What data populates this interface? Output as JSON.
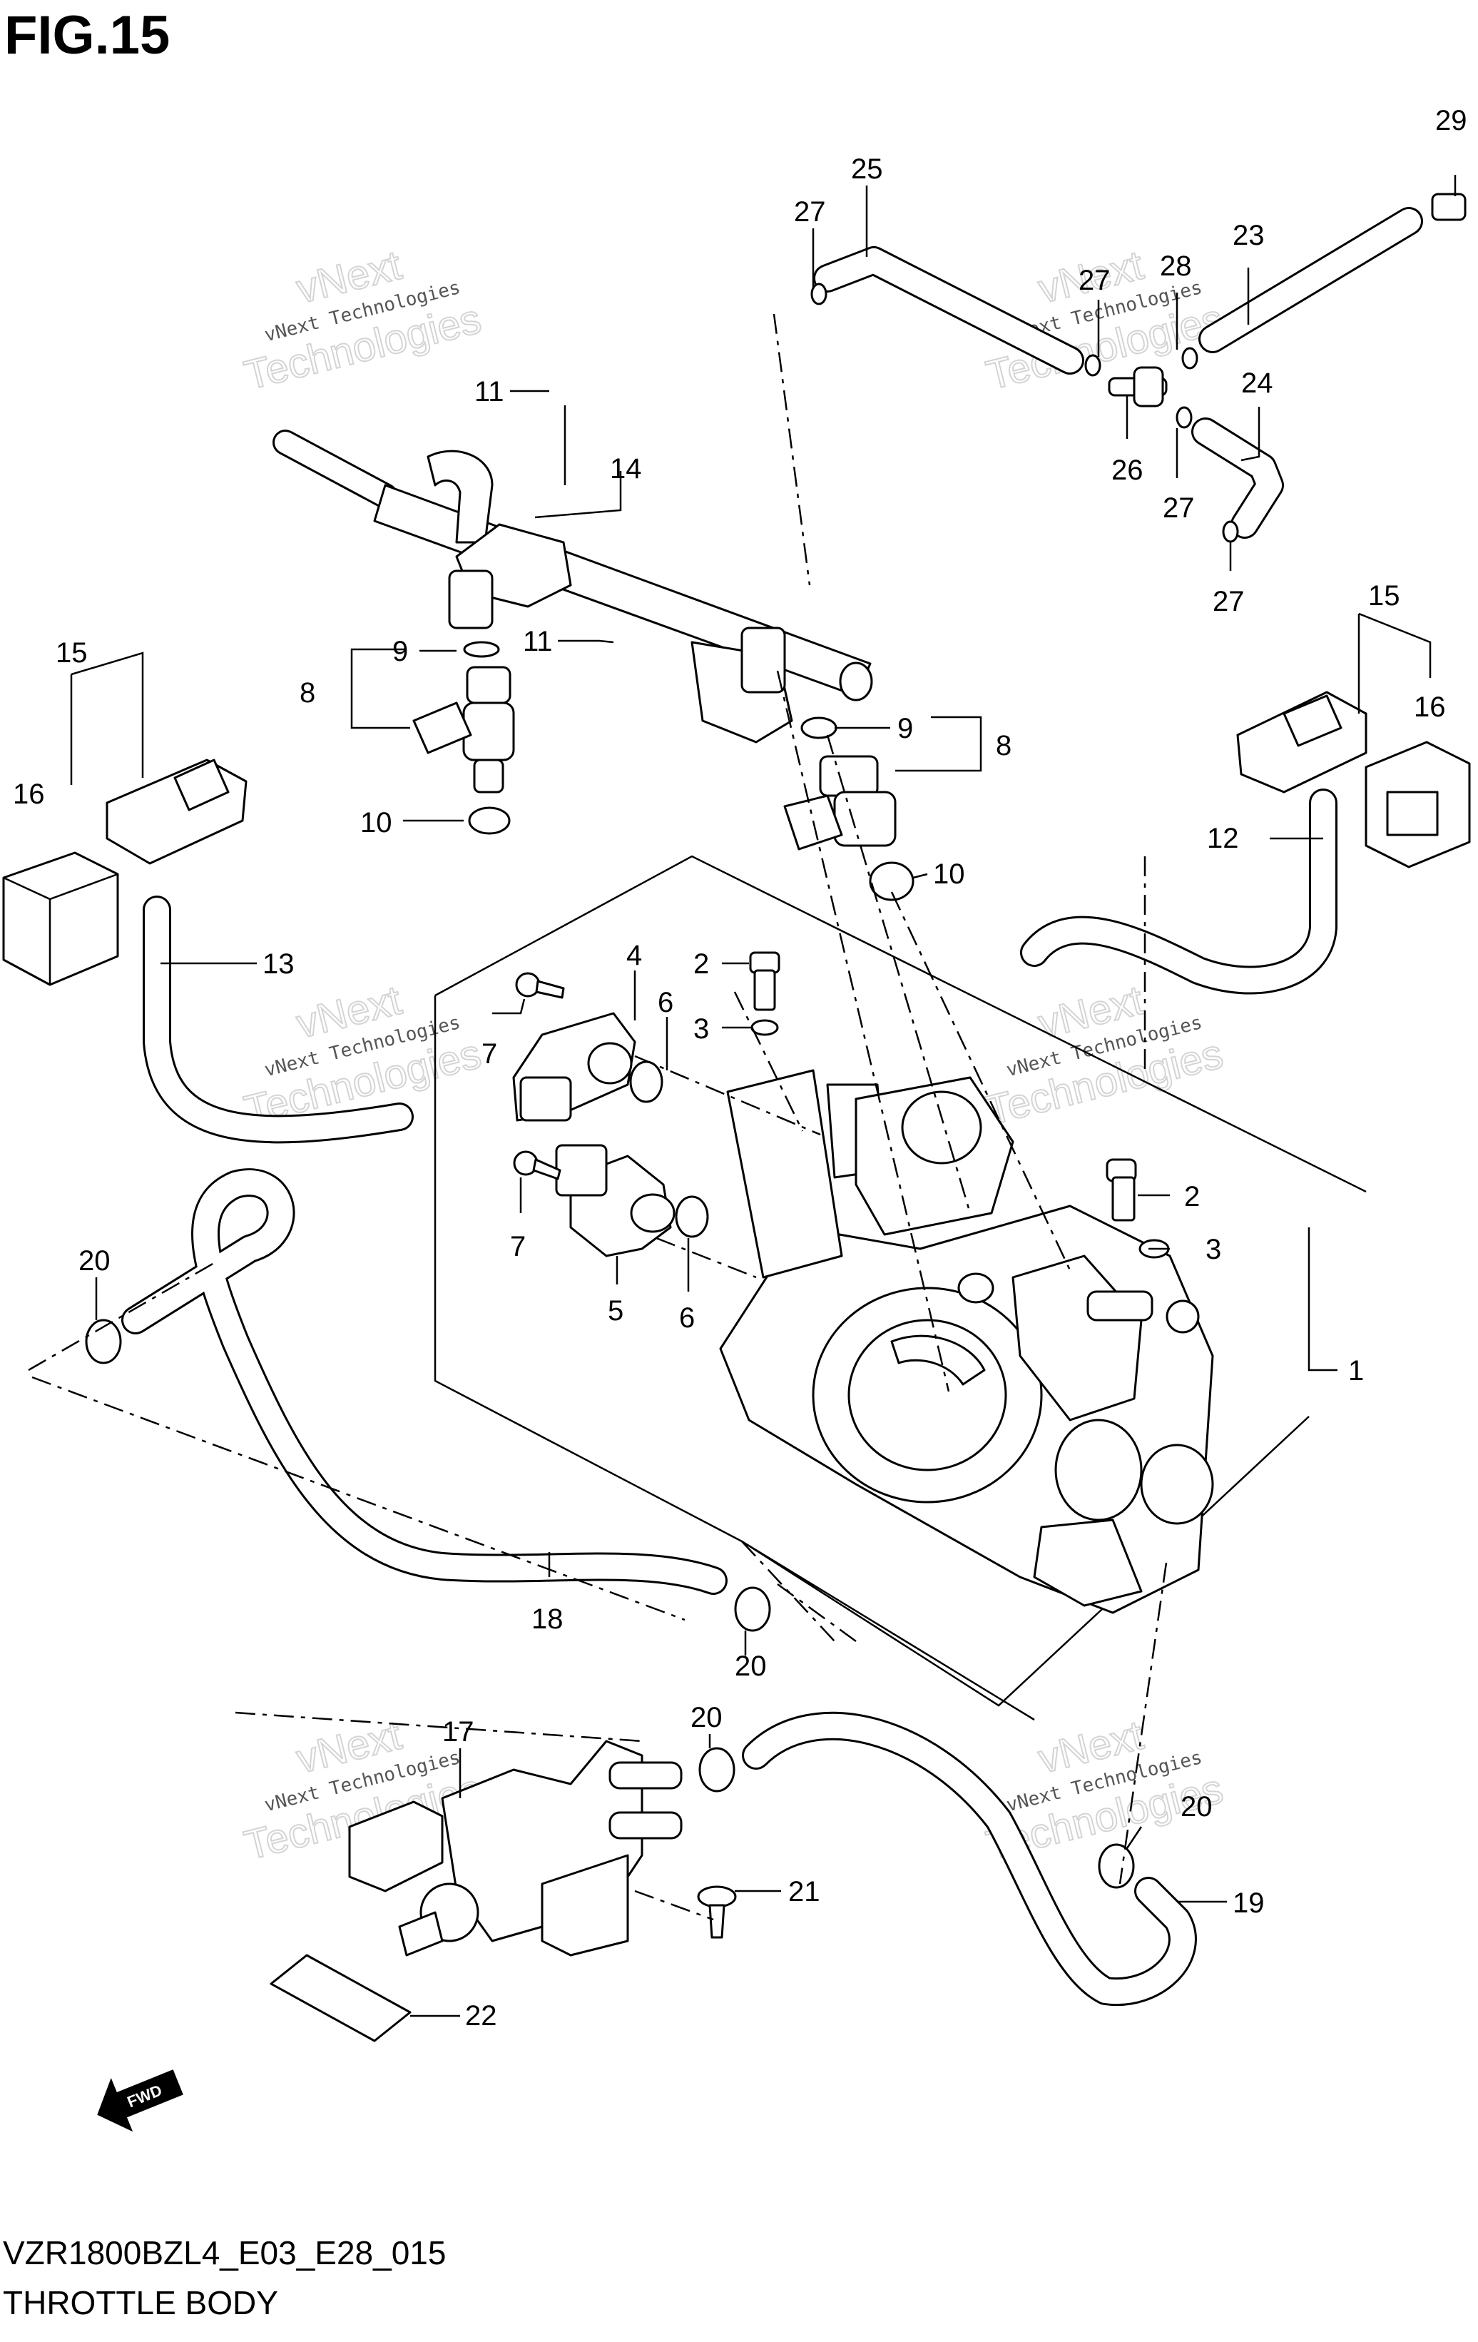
{
  "figure": {
    "title": "FIG.15",
    "model_code": "VZR1800BZL4_E03_E28_015",
    "section_name": "THROTTLE BODY"
  },
  "watermark": {
    "line1": "vNext",
    "line2": "vNext Technologies",
    "line3": "Technologies"
  },
  "direction_marker": {
    "label": "FWD",
    "icon": "fwd-arrow-icon"
  },
  "callouts": [
    {
      "id": "c29",
      "label": "29"
    },
    {
      "id": "c25",
      "label": "25"
    },
    {
      "id": "c27a",
      "label": "27"
    },
    {
      "id": "c23",
      "label": "23"
    },
    {
      "id": "c27b",
      "label": "27"
    },
    {
      "id": "c28",
      "label": "28"
    },
    {
      "id": "c24",
      "label": "24"
    },
    {
      "id": "c26",
      "label": "26"
    },
    {
      "id": "c27c",
      "label": "27"
    },
    {
      "id": "c27d",
      "label": "27"
    },
    {
      "id": "c11a",
      "label": "11"
    },
    {
      "id": "c14",
      "label": "14"
    },
    {
      "id": "c11b",
      "label": "11"
    },
    {
      "id": "c9a",
      "label": "9"
    },
    {
      "id": "c8a",
      "label": "8"
    },
    {
      "id": "c10a",
      "label": "10"
    },
    {
      "id": "c9b",
      "label": "9"
    },
    {
      "id": "c8b",
      "label": "8"
    },
    {
      "id": "c10b",
      "label": "10"
    },
    {
      "id": "c15a",
      "label": "15"
    },
    {
      "id": "c16a",
      "label": "16"
    },
    {
      "id": "c15b",
      "label": "15"
    },
    {
      "id": "c16b",
      "label": "16"
    },
    {
      "id": "c12",
      "label": "12"
    },
    {
      "id": "c13",
      "label": "13"
    },
    {
      "id": "c4",
      "label": "4"
    },
    {
      "id": "c7a",
      "label": "7"
    },
    {
      "id": "c6a",
      "label": "6"
    },
    {
      "id": "c2a",
      "label": "2"
    },
    {
      "id": "c3a",
      "label": "3"
    },
    {
      "id": "c7b",
      "label": "7"
    },
    {
      "id": "c5",
      "label": "5"
    },
    {
      "id": "c6b",
      "label": "6"
    },
    {
      "id": "c2b",
      "label": "2"
    },
    {
      "id": "c3b",
      "label": "3"
    },
    {
      "id": "c1",
      "label": "1"
    },
    {
      "id": "c20a",
      "label": "20"
    },
    {
      "id": "c18",
      "label": "18"
    },
    {
      "id": "c20b",
      "label": "20"
    },
    {
      "id": "c20c",
      "label": "20"
    },
    {
      "id": "c17",
      "label": "17"
    },
    {
      "id": "c20d",
      "label": "20"
    },
    {
      "id": "c19",
      "label": "19"
    },
    {
      "id": "c21",
      "label": "21"
    },
    {
      "id": "c22",
      "label": "22"
    }
  ]
}
